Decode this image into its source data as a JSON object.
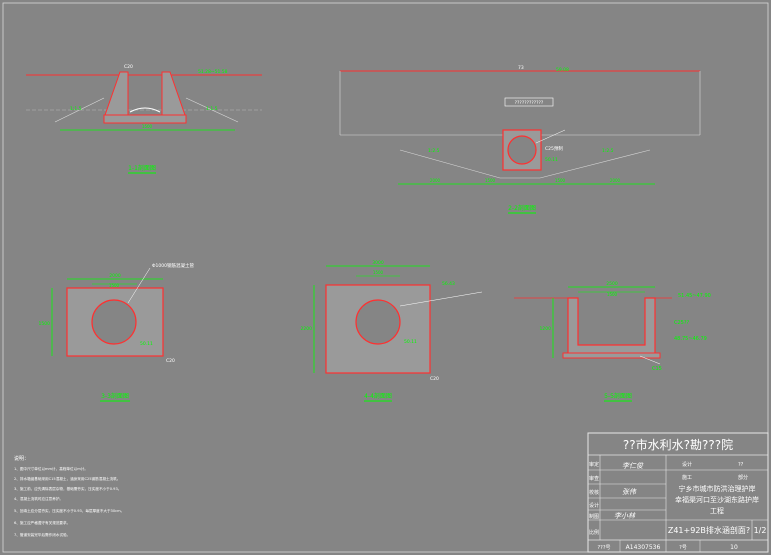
{
  "drawing": {
    "section_labels": {
      "s1": "1-1剖面图",
      "s2": "2-2剖面图",
      "s3": "3-3剖面图",
      "s4": "4-4剖面图",
      "s5": "5-5剖面图"
    },
    "annotations": {
      "s1_level_right": "51.28~51.58",
      "s1_slope_left": "1:1.5",
      "s1_slope_right": "1:1.5",
      "s1_material": "C20",
      "s2_length": "73",
      "s2_top_elev": "59.08",
      "s2_slope_left": "1:2.5",
      "s2_slope_right": "1:2.5",
      "s2_pipe_label": "C25预制",
      "s2_pipe_elev": "50.11",
      "s2_box_text": "????????????",
      "s3_callout": "Φ1000钢筋混凝土管",
      "s3_elev": "50.11",
      "s3_material": "C20",
      "s4_elev_top": "56.43",
      "s4_elev_mid": "50.11",
      "s4_material": "C20",
      "s5_level_top": "51.45~47.90",
      "s5_level_mid": "48.75~46.79",
      "s5_concrete": "C25??",
      "s5_base": "C15"
    },
    "dims": {
      "s3_width": "2000",
      "s3_inner": "1500",
      "s3_height": "1500",
      "s4_width": "3000",
      "s4_inner": "1500",
      "s4_height": "2200",
      "s5_width": "2500",
      "s5_inner": "1500",
      "s5_height": "1200",
      "s2_seg1": "2000",
      "s2_seg2": "1500",
      "s2_seg3": "1500",
      "s2_seg4": "2000",
      "s1_seg": "1500"
    },
    "notes": {
      "title": "说明：",
      "lines": [
        "1、图中尺寸单位以mm计，高程单位以m计。",
        "2、排水箱涵基础采用C15混凝土，涵身采用C25钢筋混凝土浇筑。",
        "3、施工前，应先清除表层杂物，基础需夯实，压实度不小于0.93。",
        "4、混凝土浇筑时应注意养护。",
        "5、回填土应分层夯实，压实度不小于0.93，每层厚度不大于30cm。",
        "6、施工应严格遵守有关规范要求。",
        "7、管道安装完毕后需作闭水试验。"
      ]
    }
  },
  "title_block": {
    "org": "??市水利水?勘???院",
    "row_labels": [
      "审定",
      "审查",
      "校核",
      "设计",
      "制图",
      "比例"
    ],
    "role_left": "设计",
    "role_right": "??",
    "role2_left": "施工",
    "role2_right": "部分",
    "project_line1": "宁乡市城市防洪治理护岸",
    "project_line2": "幸福渠河口至沙湖东路护岸",
    "project_line3": "工程",
    "drawing_name": "Z41+92B排水涵剖面?",
    "sheet_fraction": "1/2",
    "drawing_no_label": "???号",
    "drawing_no": "A14307536",
    "sheet_label": "?号",
    "sheet_no": "10",
    "signature1": "李仁俊",
    "signature2": "张伟",
    "signature3": "李小林"
  }
}
